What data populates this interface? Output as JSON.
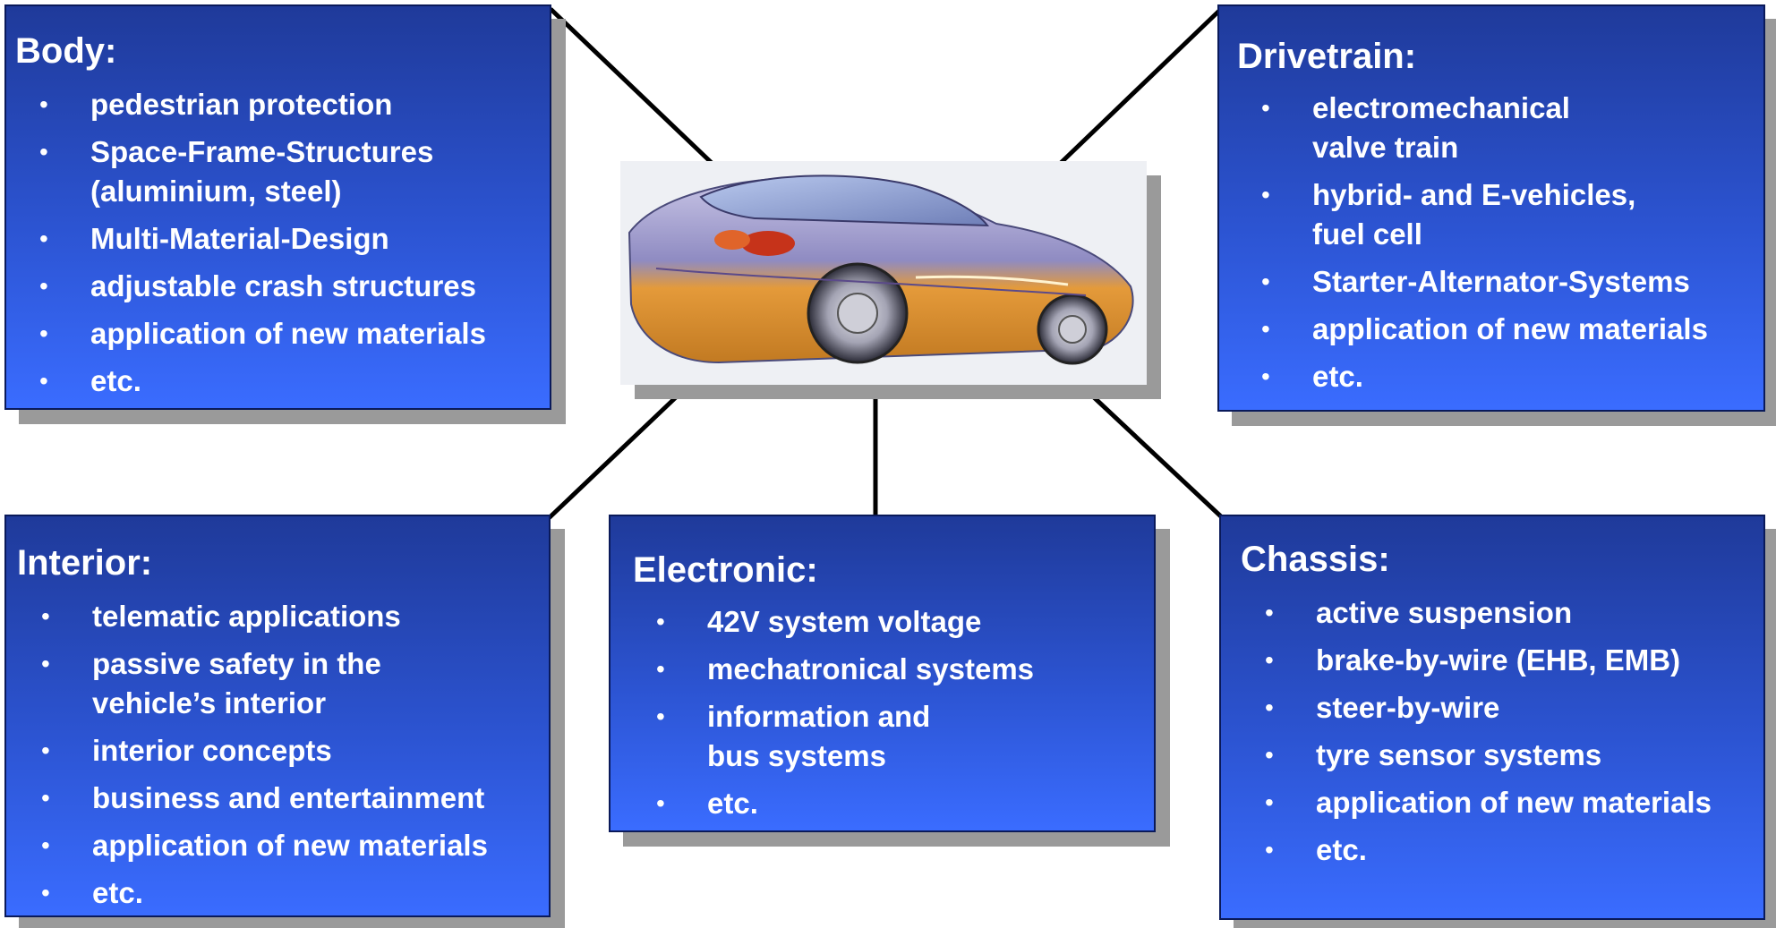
{
  "boxes": {
    "body": {
      "title": "Body:",
      "items": [
        "pedestrian protection",
        "Space-Frame-Structures",
        "(aluminium, steel)",
        "Multi-Material-Design",
        "adjustable crash structures",
        "application of new materials",
        "etc."
      ]
    },
    "drivetrain": {
      "title": "Drivetrain:",
      "items": [
        "electromechanical",
        "valve train",
        "hybrid- and E-vehicles,",
        "fuel cell",
        "Starter-Alternator-Systems",
        "application of new materials",
        "etc."
      ]
    },
    "interior": {
      "title": "Interior:",
      "items": [
        "telematic applications",
        "passive safety in the",
        "vehicle’s interior",
        "interior concepts",
        "business and entertainment",
        "application of new materials",
        "etc."
      ]
    },
    "electronic": {
      "title": "Electronic:",
      "items": [
        "42V system voltage",
        "mechatronical systems",
        "information and",
        "bus systems",
        "etc."
      ]
    },
    "chassis": {
      "title": "Chassis:",
      "items": [
        "active suspension",
        "brake-by-wire (EHB, EMB)",
        "steer-by-wire",
        "tyre sensor systems",
        "application of new materials",
        "etc."
      ]
    }
  },
  "bullet_char": "•",
  "colors": {
    "box_top": "#1f3a9a",
    "box_bottom": "#3a6cff",
    "shadow": "#9a9a9a",
    "connector": "#000000"
  },
  "icons": {
    "center_image": "car-sketch-image"
  }
}
